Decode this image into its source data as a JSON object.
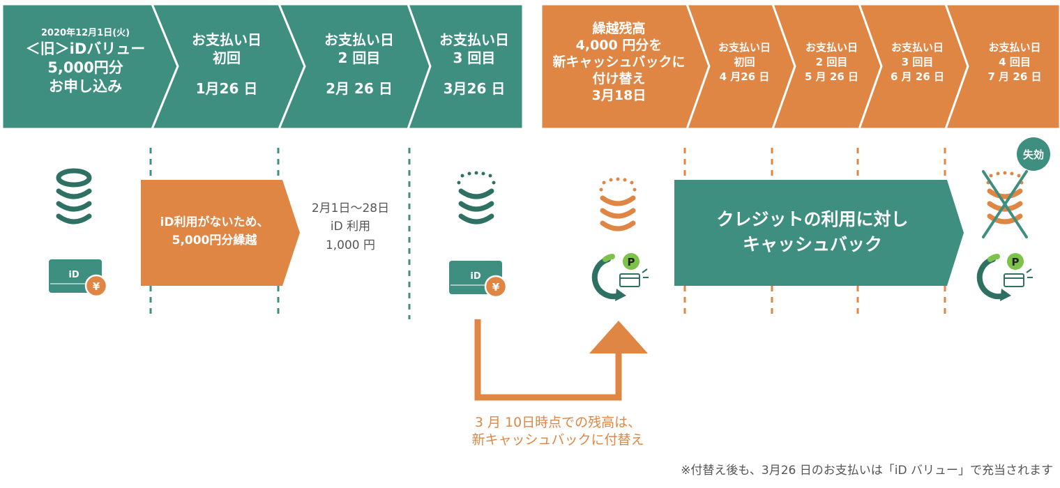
{
  "colors": {
    "teal": "#3f8f80",
    "orange": "#e08644",
    "tealDark": "#2e7163",
    "gray": "#555555",
    "white": "#ffffff"
  },
  "steps_old": [
    {
      "lines": [
        "2020年12月1日(火)",
        "＜旧＞iDバリュー",
        "5,000円分",
        "お申し込み"
      ]
    },
    {
      "lines": [
        "お支払い日",
        "初回",
        "",
        "1月26 日"
      ]
    },
    {
      "lines": [
        "お支払い日",
        "2 回目",
        "",
        "2月 26 日"
      ]
    },
    {
      "lines": [
        "お支払い日",
        "3 回目",
        "",
        "3月26 日"
      ]
    }
  ],
  "steps_new": [
    {
      "lines": [
        "繰越残高",
        "4,000 円分を",
        "新キャッシュバックに",
        "付け替え",
        "3月18日"
      ]
    },
    {
      "lines": [
        "お支払い日",
        "初回",
        "4 月26 日"
      ]
    },
    {
      "lines": [
        "お支払い日",
        "2 回目",
        "5 月 26 日"
      ]
    },
    {
      "lines": [
        "お支払い日",
        "3 回目",
        "6 月 26 日"
      ]
    },
    {
      "lines": [
        "お支払い日",
        "4 回目",
        "7 月 26 日"
      ]
    }
  ],
  "carryover_box": {
    "line1": "iD利用がないため、",
    "line2": "5,000円分繰越"
  },
  "usage_note": {
    "line1": "2月1日～28日",
    "line2": "iD 利用",
    "line3": "1,000 円"
  },
  "cashback_box": {
    "line1": "クレジットの利用に対し",
    "line2": "キャッシュバック"
  },
  "expired_badge": "失効",
  "card_label": "iD",
  "yen_symbol": "¥",
  "p_symbol": "P",
  "transfer_note": {
    "line1": "3 月 10日時点での残高は、",
    "line2": "新キャッシュバックに付替え"
  },
  "footnote": "※付替え後も、3月26 日のお支払いは「iD バリュー」で充当されます"
}
